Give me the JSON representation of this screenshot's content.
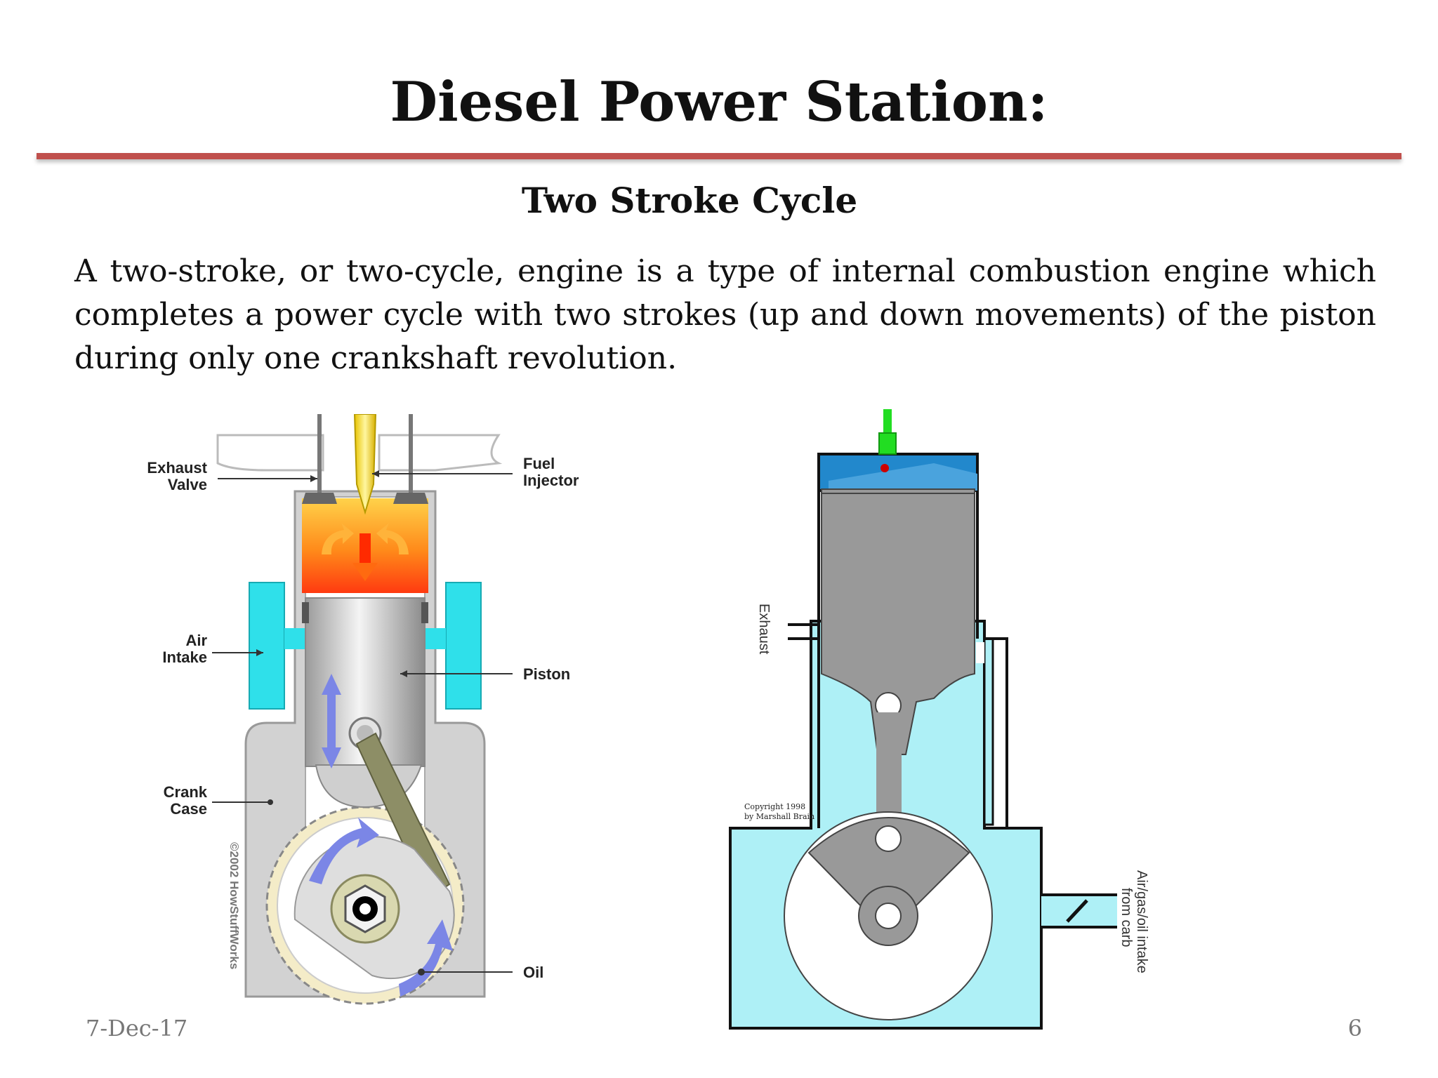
{
  "slide": {
    "title": "Diesel Power Station:",
    "subtitle": "Two Stroke Cycle",
    "paragraph": "A two-stroke, or two-cycle, engine is a type of internal combustion engine which completes a power cycle with two strokes (up and down movements) of the piston during only one crankshaft revolution.",
    "date": "7-Dec-17",
    "page_number": "6"
  },
  "left_figure": {
    "labels": {
      "exhaust_valve_1": "Exhaust",
      "exhaust_valve_2": "Valve",
      "fuel_injector_1": "Fuel",
      "fuel_injector_2": "Injector",
      "air_intake_1": "Air",
      "air_intake_2": "Intake",
      "piston": "Piston",
      "crank_case_1": "Crank",
      "crank_case_2": "Case",
      "oil": "Oil",
      "copyright": "©2002 HowStuffWorks"
    }
  },
  "right_figure": {
    "labels": {
      "exhaust": "Exhaust",
      "intake_1": "Air/gas/oil intake",
      "intake_2": "from carb",
      "copyright_1": "Copyright 1998",
      "copyright_2": "by Marshall Brain"
    }
  },
  "colors": {
    "accent_rule": "#c0504d",
    "cyan_intake": "#2fe0ea",
    "light_cyan": "#aef0f6",
    "piston_gray": "#999999",
    "combustion_orange": "#ff7a10",
    "injector_green": "#22dd22",
    "head_blue": "#2288cc"
  }
}
